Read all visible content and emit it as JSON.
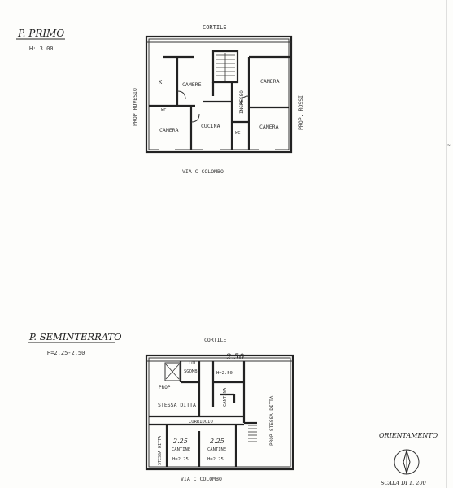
{
  "primo": {
    "title": "P. PRIMO",
    "height": "H: 3.00",
    "top_label": "CORTILE",
    "bottom_label": "VIA C COLOMBO",
    "left_label": "PROP RUVESIO",
    "right_label": "PROP. ROSSI",
    "rooms": {
      "k": "K",
      "camere_1": "CAMERE",
      "camera_2": "CAMERA",
      "ingresso": "INGRESSO",
      "wc_1": "WC",
      "camera_3": "CAMERA",
      "cucina": "CUCINA",
      "wc_2": "WC",
      "camera_4": "CAMERA"
    }
  },
  "seminterrato": {
    "title": "P. SEMINTERRATO",
    "height": "H=2.25-2.50",
    "top_label": "CORTILE",
    "top_dim": "2.50",
    "bottom_label": "VIA C COLOMBO",
    "rooms": {
      "locale_a": "LOC",
      "locale_b": "SGOMB.",
      "h_top": "H=2.50",
      "cantina": "CANTINA",
      "prop": "PROP",
      "stessa_ditta_1": "STESSA DITTA",
      "prop_stessa_ditta": "PROP STESSA DITTA",
      "corridoio": "CORRIDOIO",
      "dim_1": "2.25",
      "dim_2": "2.25",
      "cantine_1": "CANTINE",
      "cantine_2": "CANTINE",
      "h_1": "H=2.25",
      "h_2": "H=2.25",
      "stessa_ditta_2": "STESSA DITTA"
    }
  },
  "orientamento": {
    "title": "ORIENTAMENTO",
    "scale": "SCALA DI 1. 200"
  }
}
